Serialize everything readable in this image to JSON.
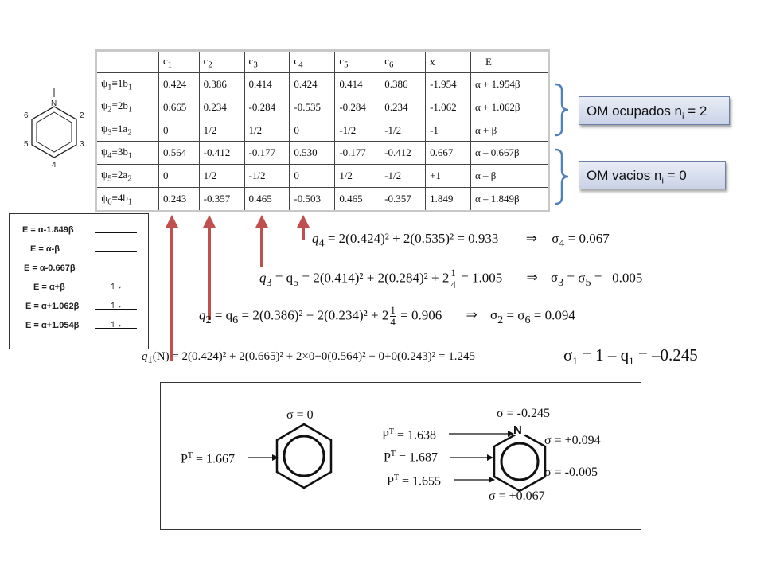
{
  "pyridine_numbering": {
    "heteroatom": "N",
    "heteroatom_position": "1",
    "positions": [
      "2",
      "3",
      "4",
      "5",
      "6"
    ]
  },
  "mo_table": {
    "headers": [
      "",
      "c",
      "c",
      "c",
      "c",
      "c",
      "c",
      "x",
      "E"
    ],
    "header_subs": [
      "",
      "1",
      "2",
      "3",
      "4",
      "5",
      "6",
      "",
      ""
    ],
    "rows": [
      {
        "psi_sub": "1",
        "sym": "1b",
        "sym_sub": "1",
        "cells": [
          "0.424",
          "0.386",
          "0.414",
          "0.424",
          "0.414",
          "0.386",
          "-1.954",
          "α + 1.954β"
        ]
      },
      {
        "psi_sub": "2",
        "sym": "2b",
        "sym_sub": "1",
        "cells": [
          "0.665",
          "0.234",
          "-0.284",
          "-0.535",
          "-0.284",
          "0.234",
          "-1.062",
          "α + 1.062β"
        ]
      },
      {
        "psi_sub": "3",
        "sym": "1a",
        "sym_sub": "2",
        "cells": [
          "0",
          "1/2",
          "1/2",
          "0",
          "-1/2",
          "-1/2",
          "-1",
          "α + β"
        ]
      },
      {
        "psi_sub": "4",
        "sym": "3b",
        "sym_sub": "1",
        "cells": [
          "0.564",
          "-0.412",
          "-0.177",
          "0.530",
          "-0.177",
          "-0.412",
          "0.667",
          "α – 0.667β"
        ]
      },
      {
        "psi_sub": "5",
        "sym": "2a",
        "sym_sub": "2",
        "cells": [
          "0",
          "1/2",
          "-1/2",
          "0",
          "1/2",
          "-1/2",
          "+1",
          "α – β"
        ]
      },
      {
        "psi_sub": "6",
        "sym": "4b",
        "sym_sub": "1",
        "cells": [
          "0.243",
          "-0.357",
          "0.465",
          "-0.503",
          "0.465",
          "-0.357",
          "1.849",
          "α – 1.849β"
        ]
      }
    ]
  },
  "callouts": {
    "occupied": {
      "text": "OM ocupados n",
      "sub": "i",
      "suffix": " = 2"
    },
    "empty": {
      "text": "OM vacios n",
      "sub": "i",
      "suffix": " = 0"
    }
  },
  "energy_levels": [
    {
      "label": "E = α-1.849β",
      "electrons": ""
    },
    {
      "label": "E = α-β",
      "electrons": ""
    },
    {
      "label": "E = α-0.667β",
      "electrons": ""
    },
    {
      "label": "E = α+β",
      "electrons": "↿⇂"
    },
    {
      "label": "E = α+1.062β",
      "electrons": "↿⇂"
    },
    {
      "label": "E = α+1.954β",
      "electrons": "↿⇂"
    }
  ],
  "equations": {
    "q4": {
      "lhs": "q",
      "lhs_sub": "4",
      "rhs": " = 2(0.424)² + 2(0.535)² = 0.933",
      "sigma": "σ",
      "sigma_sub": "4",
      "sigma_rhs": " = 0.067"
    },
    "q3": {
      "lhs": "q",
      "lhs_sub": "3",
      "mid": " = q",
      "mid_sub": "5",
      "rhs_a": " = 2(0.414)² + 2(0.284)² + 2",
      "frac_num": "1",
      "frac_den": "4",
      "rhs_b": " = 1.005",
      "sigma": "σ",
      "sigma_sub": "3",
      "sigma_mid": " = σ",
      "sigma_mid_sub": "5",
      "sigma_rhs": " = –0.005"
    },
    "q2": {
      "lhs": "q",
      "lhs_sub": "2",
      "mid": " = q",
      "mid_sub": "6",
      "rhs_a": " = 2(0.386)² + 2(0.234)² + 2",
      "frac_num": "1",
      "frac_den": "4",
      "rhs_b": " = 0.906",
      "sigma": "σ",
      "sigma_sub": "2",
      "sigma_mid": " = σ",
      "sigma_mid_sub": "6",
      "sigma_rhs": " = 0.094"
    },
    "q1": {
      "lhs": "q",
      "lhs_sub": "1",
      "rhs": "(N) = 2(0.424)² + 2(0.665)² + 2×0+0(0.564)² + 0+0(0.243)² = 1.245",
      "sigma": "σ",
      "sigma_sub": "1",
      "sigma_rhs_a": " = 1 – q",
      "sigma_rhs_sub": "1",
      "sigma_rhs_b": " = –0.245"
    }
  },
  "implies_symbol": "⇒",
  "bottom": {
    "benzene_sigma": "σ = 0",
    "benzene_pt": "P",
    "benzene_pt_sup": "T",
    "benzene_pt_val": " = 1.667",
    "pyridine_atom": "N",
    "pyridine_sigma_n": "σ = -0.245",
    "pyridine_sigma_2": "σ = +0.094",
    "pyridine_sigma_3": "σ = -0.005",
    "pyridine_sigma_4": "σ = +0.067",
    "pyridine_pt": [
      {
        "p": "P",
        "sup": "T",
        "val": " = 1.638"
      },
      {
        "p": "P",
        "sup": "T",
        "val": " = 1.687"
      },
      {
        "p": "P",
        "sup": "T",
        "val": " = 1.655"
      }
    ]
  },
  "colors": {
    "arrow": "#c0504d",
    "bracket": "#4f81bd"
  }
}
